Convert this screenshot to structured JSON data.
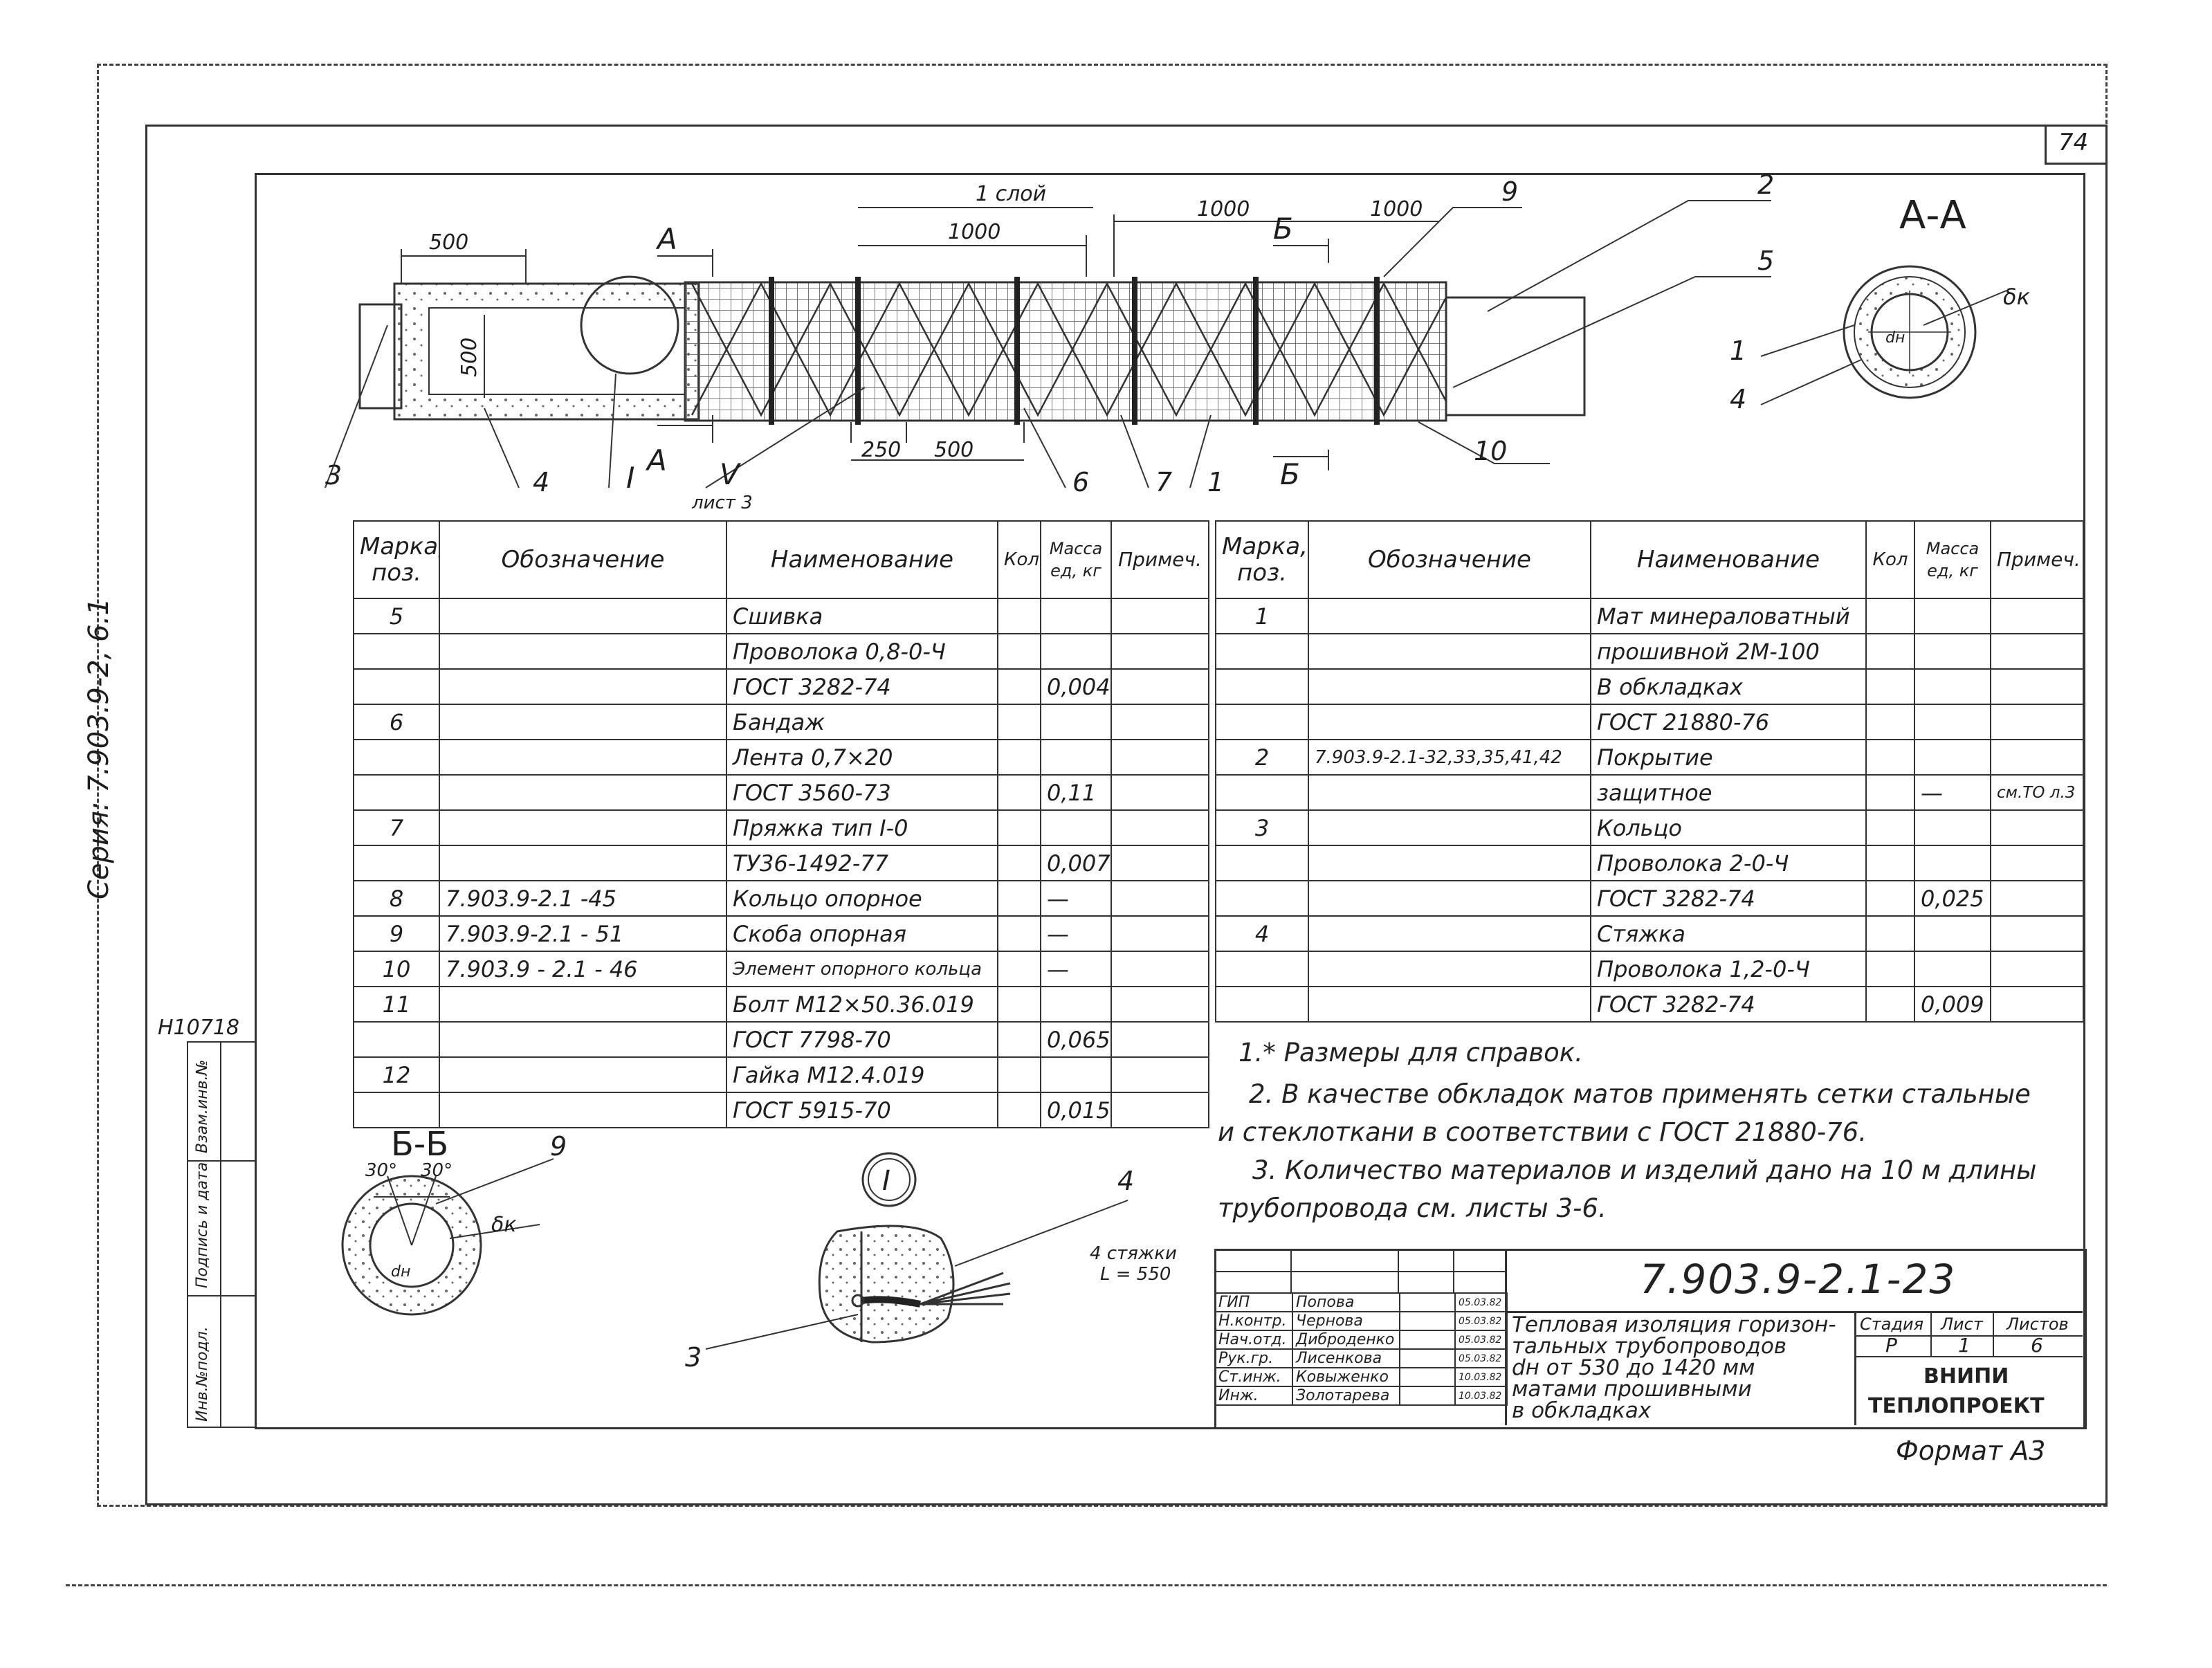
{
  "sheet": {
    "page_number": "74",
    "series": "Серия: 7.903.9-2, 6.1",
    "inventory_number": "Н10718",
    "format": "Формат А3"
  },
  "side_stamp": [
    "Взам.инв.№",
    "Подпись и дата",
    "Инв.№подл."
  ],
  "drawing": {
    "dims": {
      "d500_left": "500",
      "d500_vert": "500",
      "d1000_a": "1000",
      "d1000_b": "1000",
      "d1000_c": "1000",
      "d250": "250",
      "d500_bottom": "500",
      "one_layer": "1 слой"
    },
    "section_marks": {
      "a_top": "А",
      "a_bottom": "А",
      "b_top": "Б",
      "b_bottom": "Б",
      "detail_roman": "I",
      "detail_v": "V",
      "sheet_ref": "лист 3"
    },
    "leaders": [
      "9",
      "2",
      "5",
      "1",
      "4",
      "10",
      "3",
      "4",
      "I",
      "6",
      "7",
      "1",
      "Б"
    ],
    "section_aa": {
      "title": "А-А",
      "dn": "dн",
      "delta": "δк",
      "leader_1": "1",
      "leader_4": "4"
    },
    "section_bb": {
      "title": "Б-Б",
      "angle_left": "30°",
      "angle_right": "30°",
      "leader_9": "9",
      "delta": "δк",
      "dn": "dн"
    },
    "detail_i": {
      "title": "I",
      "leader_4": "4",
      "ties": "4 стяжки",
      "length": "L = 550",
      "leader_3": "3"
    }
  },
  "spec_headers": {
    "mark": "Марка, поз.",
    "designation": "Обозначение",
    "name": "Наименование",
    "qty": "Кол",
    "mass": "Масса ед, кг",
    "note": "Примеч."
  },
  "spec_left": [
    {
      "mark": "5",
      "des": "",
      "name": "Сшивка",
      "qty": "",
      "mass": "",
      "note": ""
    },
    {
      "mark": "",
      "des": "",
      "name": "Проволока 0,8-0-Ч",
      "qty": "",
      "mass": "",
      "note": ""
    },
    {
      "mark": "",
      "des": "",
      "name": "ГОСТ 3282-74",
      "qty": "",
      "mass": "0,004",
      "note": ""
    },
    {
      "mark": "6",
      "des": "",
      "name": "Бандаж",
      "qty": "",
      "mass": "",
      "note": ""
    },
    {
      "mark": "",
      "des": "",
      "name": "Лента 0,7×20",
      "qty": "",
      "mass": "",
      "note": ""
    },
    {
      "mark": "",
      "des": "",
      "name": "ГОСТ 3560-73",
      "qty": "",
      "mass": "0,11",
      "note": ""
    },
    {
      "mark": "7",
      "des": "",
      "name": "Пряжка тип I-0",
      "qty": "",
      "mass": "",
      "note": ""
    },
    {
      "mark": "",
      "des": "",
      "name": "ТУ36-1492-77",
      "qty": "",
      "mass": "0,007",
      "note": ""
    },
    {
      "mark": "8",
      "des": "7.903.9-2.1 -45",
      "name": "Кольцо опорное",
      "qty": "",
      "mass": "—",
      "note": ""
    },
    {
      "mark": "9",
      "des": "7.903.9-2.1 - 51",
      "name": "Скоба опорная",
      "qty": "",
      "mass": "—",
      "note": ""
    },
    {
      "mark": "10",
      "des": "7.903.9 - 2.1 - 46",
      "name": "Элемент опорного кольца",
      "qty": "",
      "mass": "—",
      "note": ""
    },
    {
      "mark": "11",
      "des": "",
      "name": "Болт М12×50.36.019",
      "qty": "",
      "mass": "",
      "note": ""
    },
    {
      "mark": "",
      "des": "",
      "name": "ГОСТ 7798-70",
      "qty": "",
      "mass": "0,065",
      "note": ""
    },
    {
      "mark": "12",
      "des": "",
      "name": "Гайка М12.4.019",
      "qty": "",
      "mass": "",
      "note": ""
    },
    {
      "mark": "",
      "des": "",
      "name": "ГОСТ 5915-70",
      "qty": "",
      "mass": "0,015",
      "note": ""
    }
  ],
  "spec_right": [
    {
      "mark": "1",
      "des": "",
      "name": "Мат минераловатный",
      "qty": "",
      "mass": "",
      "note": ""
    },
    {
      "mark": "",
      "des": "",
      "name": "прошивной 2М-100",
      "qty": "",
      "mass": "",
      "note": ""
    },
    {
      "mark": "",
      "des": "",
      "name": "В обкладках",
      "qty": "",
      "mass": "",
      "note": ""
    },
    {
      "mark": "",
      "des": "",
      "name": "ГОСТ 21880-76",
      "qty": "",
      "mass": "",
      "note": ""
    },
    {
      "mark": "2",
      "des": "7.903.9-2.1-32,33,35,41,42",
      "name": "Покрытие",
      "qty": "",
      "mass": "",
      "note": ""
    },
    {
      "mark": "",
      "des": "",
      "name": "защитное",
      "qty": "",
      "mass": "—",
      "note": "см.ТО л.3"
    },
    {
      "mark": "3",
      "des": "",
      "name": "Кольцо",
      "qty": "",
      "mass": "",
      "note": ""
    },
    {
      "mark": "",
      "des": "",
      "name": "Проволока 2-0-Ч",
      "qty": "",
      "mass": "",
      "note": ""
    },
    {
      "mark": "",
      "des": "",
      "name": "ГОСТ 3282-74",
      "qty": "",
      "mass": "0,025",
      "note": ""
    },
    {
      "mark": "4",
      "des": "",
      "name": "Стяжка",
      "qty": "",
      "mass": "",
      "note": ""
    },
    {
      "mark": "",
      "des": "",
      "name": "Проволока 1,2-0-Ч",
      "qty": "",
      "mass": "",
      "note": ""
    },
    {
      "mark": "",
      "des": "",
      "name": "ГОСТ 3282-74",
      "qty": "",
      "mass": "0,009",
      "note": ""
    }
  ],
  "notes": [
    "1.* Размеры для справок.",
    "2. В качестве обкладок матов применять сетки стальные",
    "и стеклоткани в соответствии с ГОСТ 21880-76.",
    "3. Количество материалов и изделий дано на 10 м длины",
    "трубопровода см. листы 3-6."
  ],
  "title_block": {
    "doc_number": "7.903.9-2.1-23",
    "people": [
      {
        "role": "ГИП",
        "name": "Попова",
        "date": "05.03.82"
      },
      {
        "role": "Н.контр.",
        "name": "Чернова",
        "date": "05.03.82"
      },
      {
        "role": "Нач.отд.",
        "name": "Диброденко",
        "date": "05.03.82"
      },
      {
        "role": "Рук.гр.",
        "name": "Лисенкова",
        "date": "05.03.82"
      },
      {
        "role": "Ст.инж.",
        "name": "Ковыженко",
        "date": "10.03.82"
      },
      {
        "role": "Инж.",
        "name": "Золотарева",
        "date": "10.03.82"
      }
    ],
    "title_lines": [
      "Тепловая изоляция горизон-",
      "тальных трубопроводов",
      "dн от 530 до 1420 мм",
      "матами прошивными",
      "в обкладках"
    ],
    "stage_label": "Стадия",
    "sheet_label": "Лист",
    "sheets_label": "Листов",
    "stage": "Р",
    "sheet": "1",
    "sheets": "6",
    "org_1": "ВНИПИ",
    "org_2": "ТЕПЛОПРОЕКТ"
  }
}
